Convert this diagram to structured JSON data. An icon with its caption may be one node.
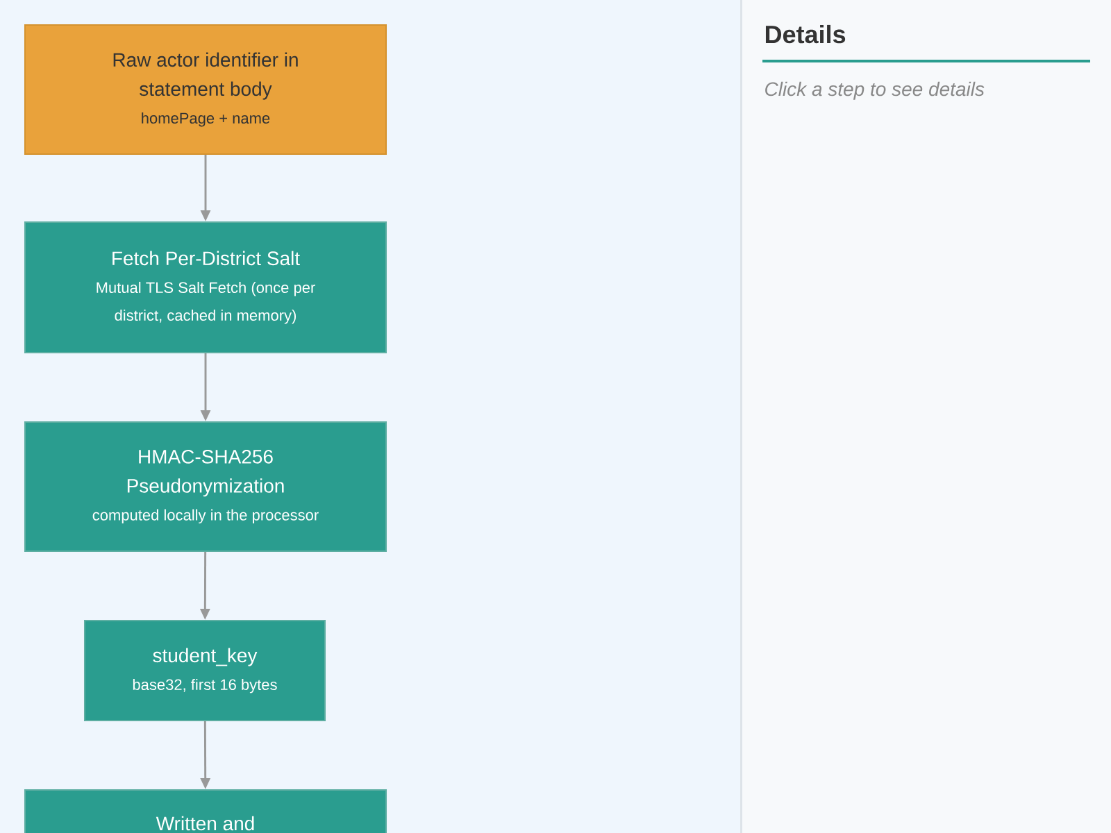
{
  "diagram": {
    "nodes": [
      {
        "text": [
          "Raw actor identifier in statement body",
          "homePage + name"
        ]
      },
      {
        "text": [
          "Fetch Per-District Salt",
          "Mutual TLS Salt Fetch (once per district, cached in memory)"
        ]
      },
      {
        "text": [
          "HMAC-SHA256 Pseudonymization",
          "computed locally in the processor"
        ]
      },
      {
        "text": [
          "student_key",
          "base32, first 16 bytes"
        ]
      },
      {
        "text": [
          "Written and"
        ]
      }
    ],
    "edges": [
      {
        "from": 0,
        "to": 1,
        "arrow": "to"
      },
      {
        "from": 1,
        "to": 2,
        "arrow": "to"
      },
      {
        "from": 2,
        "to": 3,
        "arrow": "to"
      },
      {
        "from": 3,
        "to": 4,
        "arrow": "to"
      }
    ],
    "labels": [
      "Details",
      "Click a step to see details"
    ]
  }
}
